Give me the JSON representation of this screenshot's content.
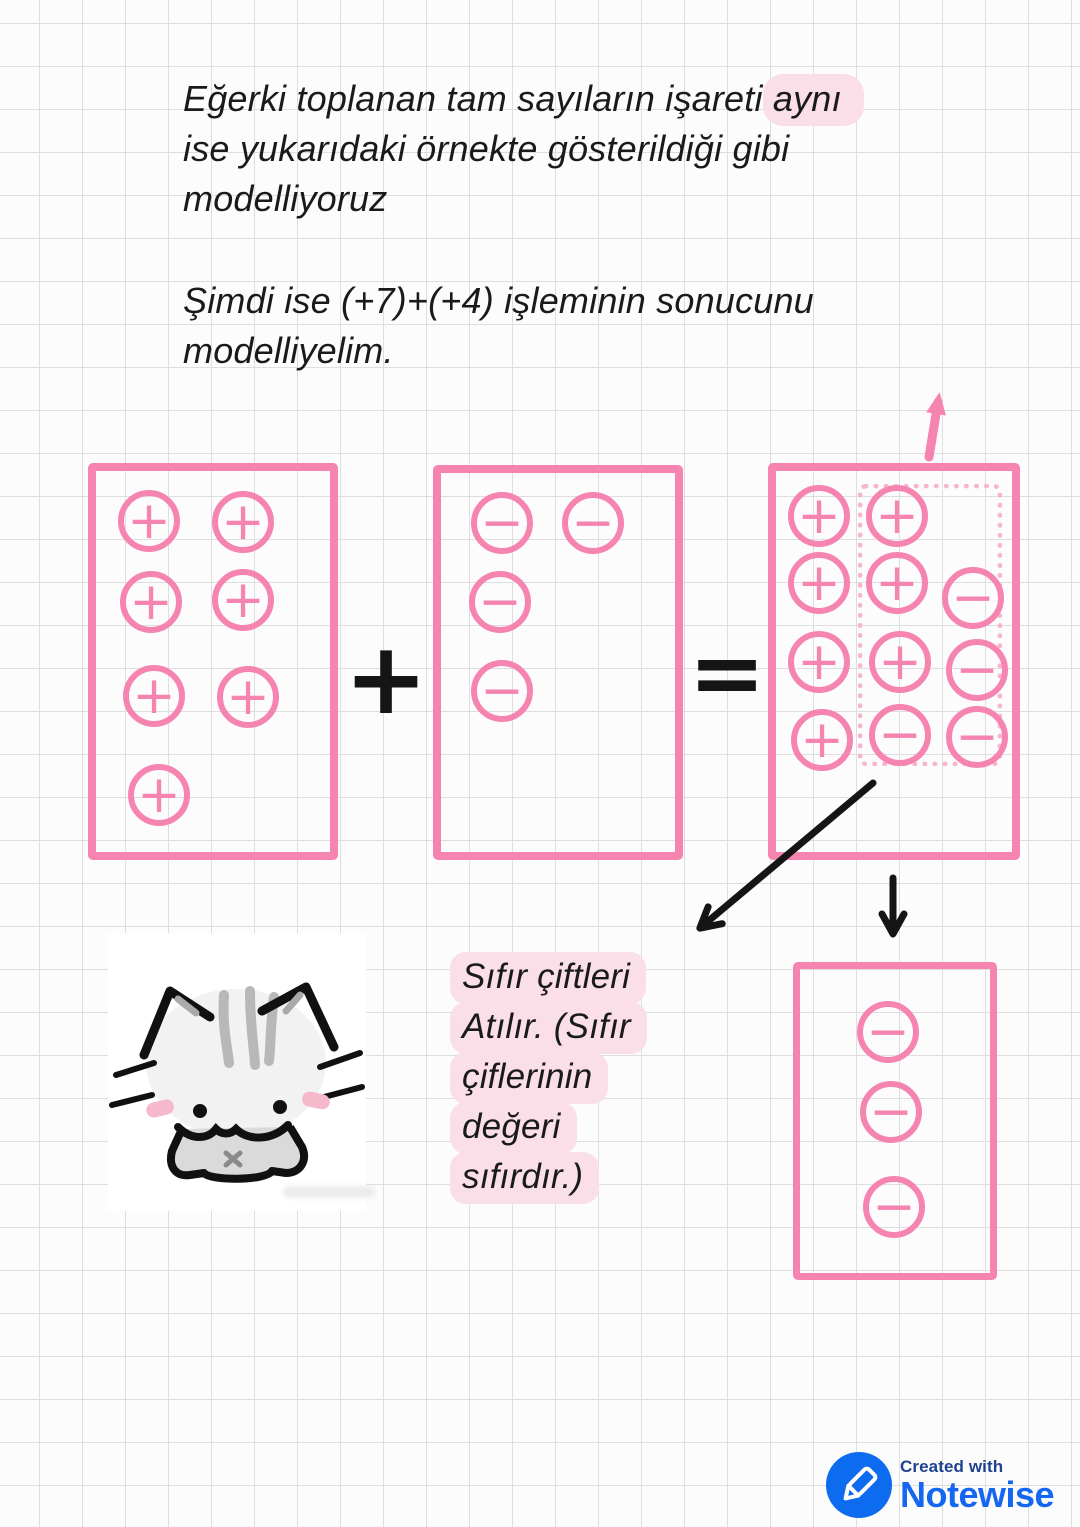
{
  "colors": {
    "pink": "#f584b1",
    "pink_dotted": "#f8b5d0",
    "highlight": "#fadee8",
    "ink": "#1a1a1c",
    "notewise_blue": "#1566f1",
    "notewise_dark_blue": "#1e4191"
  },
  "paragraph1": {
    "line1_pre": "Eğerki toplanan tam sayıların işareti ",
    "line1_highlight": "aynı",
    "line2": "ise yukarıdaki örnekte gösterildiği gibi",
    "line3": "modelliyoruz"
  },
  "paragraph2": {
    "line1": "Şimdi ise (+7)+(+4) işleminin sonucunu",
    "line2": "modelliyelim."
  },
  "model": {
    "operator_plus": "+",
    "operator_equals": "=",
    "box1": {
      "counters": [
        "+",
        "+",
        "+",
        "+",
        "+",
        "+",
        "+"
      ]
    },
    "box2": {
      "counters": [
        "−",
        "−",
        "−",
        "−"
      ]
    },
    "box3": {
      "counters": [
        "+",
        "+",
        "+",
        "+",
        "−",
        "+",
        "+",
        "−",
        "+",
        "−",
        "−"
      ]
    },
    "result_box": {
      "counters": [
        "−",
        "−",
        "−"
      ]
    },
    "annotations": [
      "pink-up-arrow",
      "black-diagonal-arrow",
      "black-down-arrow",
      "zero-pairs-dotted-outline"
    ]
  },
  "note": {
    "lines": [
      "Sıfır çiftleri",
      "Atılır. (Sıfır",
      "çiflerinin",
      "değeri",
      "sıfırdır.)"
    ]
  },
  "stickers": {
    "cat": "cat-doodle-sticker"
  },
  "footer": {
    "icon": "pencil-icon",
    "created_with": "Created with",
    "brand": "Notewise"
  }
}
